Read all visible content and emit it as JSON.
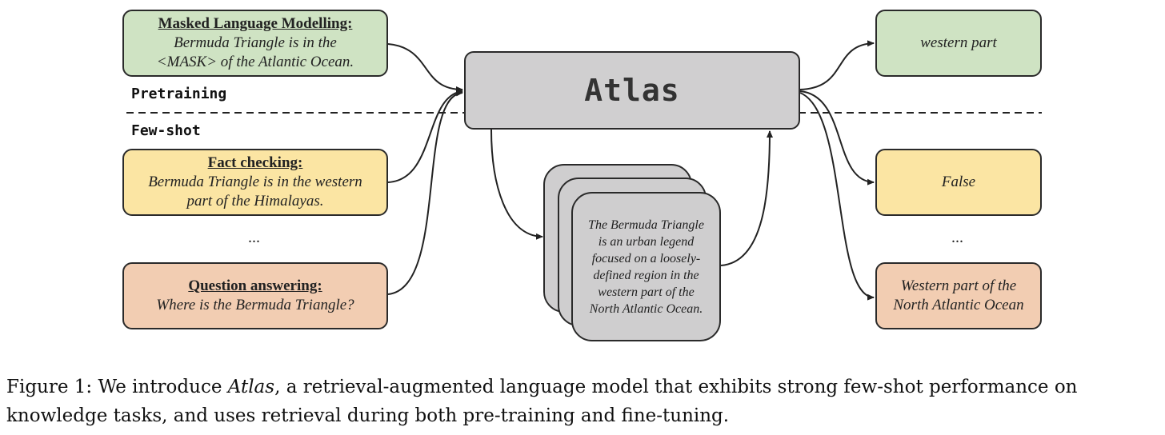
{
  "inputs": {
    "mlm": {
      "title": "Masked Language Modelling:",
      "line1": "Bermuda Triangle is in the",
      "line2": "<MASK> of the Atlantic Ocean."
    },
    "fact": {
      "title": "Fact checking:",
      "line1": "Bermuda Triangle is in the western",
      "line2": "part of the Himalayas."
    },
    "ellipsis": "...",
    "qa": {
      "title": "Question answering:",
      "line1": "Where is the Bermuda Triangle?"
    }
  },
  "stage_labels": {
    "pretraining": "Pretraining",
    "fewshot": "Few-shot"
  },
  "model": {
    "name": "Atlas"
  },
  "retrieved_doc": {
    "text": "The Bermuda Triangle is an urban legend focused on a loosely-defined region in the western part of the North Atlantic Ocean."
  },
  "outputs": {
    "mlm": "western part",
    "fact": "False",
    "ellipsis": "...",
    "qa_line1": "Western part of the",
    "qa_line2": "North Atlantic Ocean"
  },
  "caption": {
    "prefix": "Figure 1: We introduce ",
    "model_name": "Atlas",
    "rest": ", a retrieval-augmented language model that exhibits strong few-shot performance on knowledge tasks, and uses retrieval during both pre-training and fine-tuning."
  },
  "colors": {
    "green": "#cfe3c3",
    "yellow": "#fbe5a3",
    "orange": "#f2cdb2",
    "grey": "#d0cfd0"
  }
}
